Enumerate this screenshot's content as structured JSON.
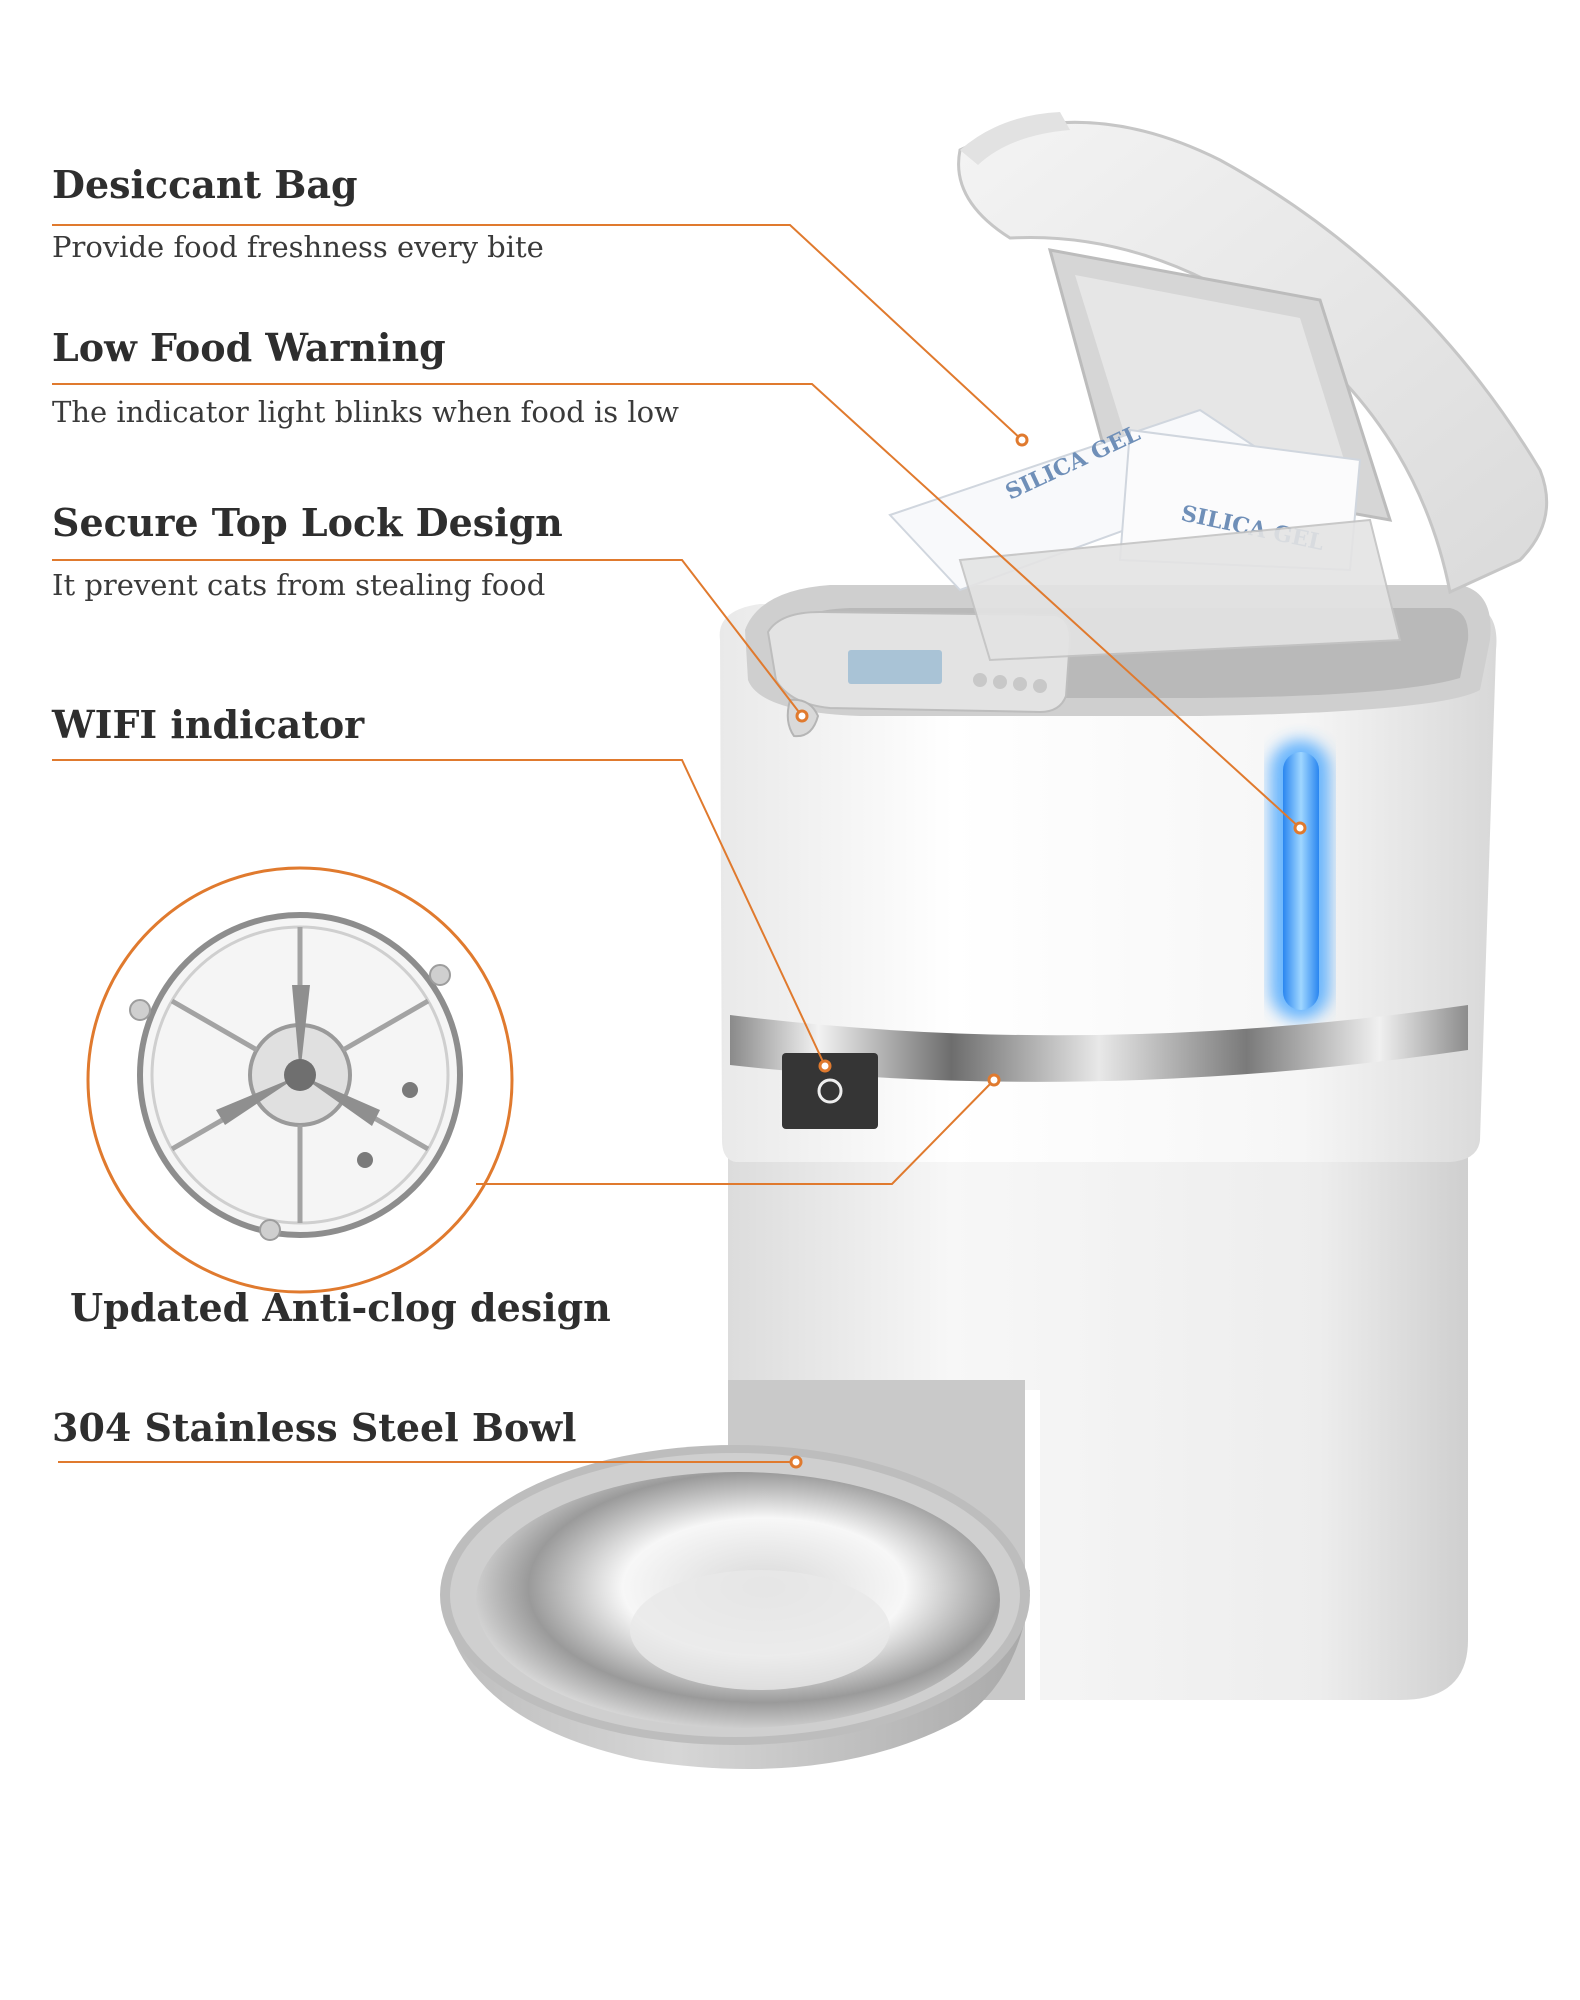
{
  "features": {
    "desiccant": {
      "title": "Desiccant Bag",
      "subtitle": "Provide food freshness every bite"
    },
    "low_food": {
      "title": "Low Food Warning",
      "subtitle": "The indicator light blinks when food is low"
    },
    "top_lock": {
      "title": "Secure Top Lock Design",
      "subtitle": "It prevent cats from stealing food"
    },
    "wifi": {
      "title": "WIFI indicator"
    },
    "anti_clog": {
      "title": "Updated Anti-clog design"
    },
    "bowl": {
      "title": "304 Stainless Steel Bowl"
    }
  },
  "packets": {
    "text": "SILICA GEL"
  },
  "colors": {
    "accent_line": "#e07a2e",
    "indicator_glow": "#3aa0ff",
    "text": "#2e2e2e"
  }
}
